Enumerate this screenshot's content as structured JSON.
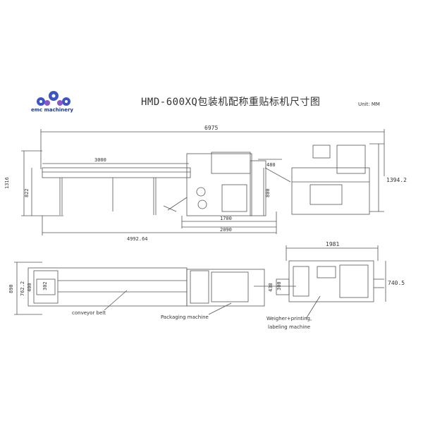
{
  "header": {
    "logo_text": "emc machinery",
    "title": "HMD-600XQ包装机配称重贴标机尺寸图",
    "unit": "Unit: MM"
  },
  "side_view": {
    "overall_length": "6975",
    "conveyor_length": "3000",
    "total_height": "1316",
    "conveyor_height": "822",
    "dim_480": "480",
    "dim_800": "800",
    "dim_1700": "1700",
    "dim_2090": "2090",
    "base_length": "4992.64",
    "weigher_height": "1394.2"
  },
  "top_view": {
    "weigher_length": "1981",
    "weigher_width": "740.5",
    "overall_width": "890",
    "width_762": "762.2",
    "width_400": "400",
    "width_302": "302",
    "width_438": "438",
    "width_300": "300"
  },
  "labels": {
    "conveyor": "conveyor belt",
    "packaging": "Packaging machine",
    "weigher_line1": "Weigher+printing,",
    "weigher_line2": "labeling machine"
  },
  "colors": {
    "line": "#555555",
    "logo_blue": "#3c55c4",
    "logo_purple": "#8a56c9"
  }
}
